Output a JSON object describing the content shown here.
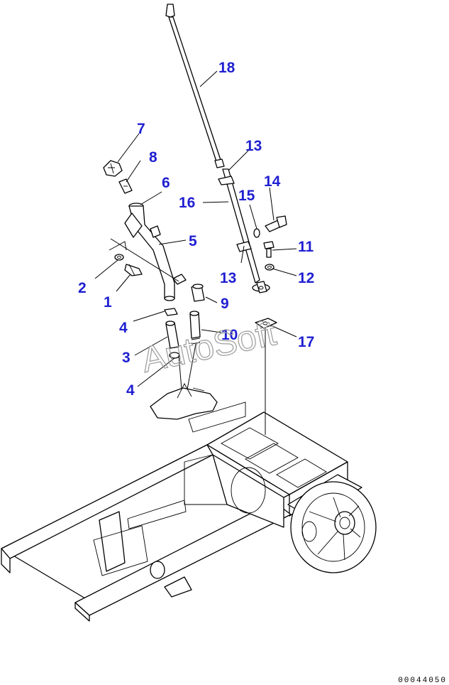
{
  "diagram": {
    "callouts": {
      "c1": "1",
      "c2": "2",
      "c3": "3",
      "c4a": "4",
      "c4b": "4",
      "c5": "5",
      "c6": "6",
      "c7": "7",
      "c8": "8",
      "c9": "9",
      "c10": "10",
      "c11": "11",
      "c12": "12",
      "c13a": "13",
      "c13b": "13",
      "c14": "14",
      "c15": "15",
      "c16": "16",
      "c17": "17",
      "c18": "18"
    },
    "watermark": "AutoSoft",
    "document_number": "00044050",
    "colors": {
      "callout": "#1f1fd1",
      "line": "#000000",
      "watermark": "#9a9a9a"
    }
  }
}
